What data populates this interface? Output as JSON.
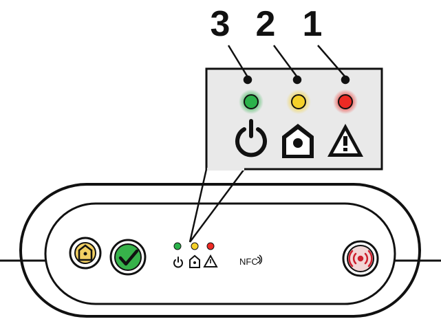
{
  "callout_numbers": [
    "3",
    "2",
    "1"
  ],
  "nfc_label": "NFC",
  "indicators": [
    {
      "number": "3",
      "color": "#2bb24a",
      "icon": "power-icon"
    },
    {
      "number": "2",
      "color": "#f5d12a",
      "icon": "home-icon"
    },
    {
      "number": "1",
      "color": "#ee2a24",
      "icon": "warning-icon"
    }
  ],
  "buttons": [
    {
      "name": "home-button",
      "icon": "home-icon",
      "color": "#f2d063"
    },
    {
      "name": "confirm-button",
      "icon": "checkmark-icon",
      "color": "#37b24a"
    },
    {
      "name": "alarm-button",
      "icon": "alarm-broadcast-icon",
      "color": "#cc1f2d"
    }
  ]
}
